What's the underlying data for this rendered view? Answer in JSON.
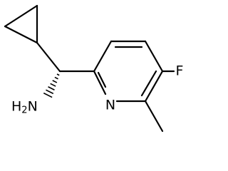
{
  "molecule": {
    "atoms": {
      "nitrogen_ring": "N",
      "fluorine": "F",
      "amine": {
        "symbol": "H",
        "subscript": "2",
        "suffix": "N"
      }
    },
    "stereo": "hashed-wedge"
  }
}
